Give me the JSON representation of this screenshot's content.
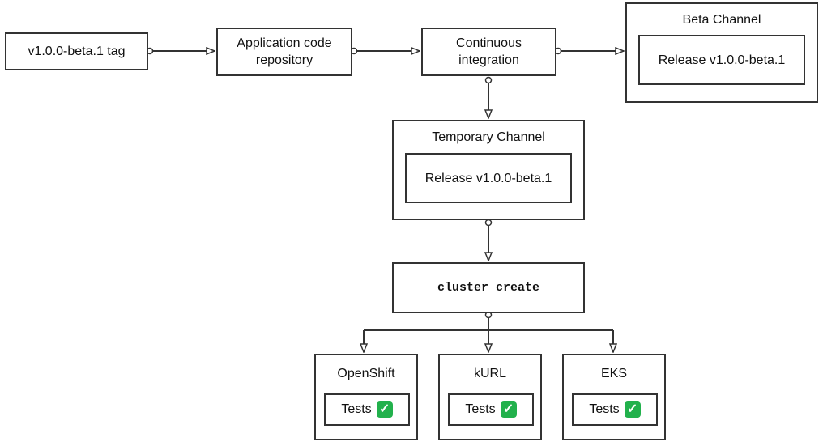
{
  "nodes": {
    "tag": "v1.0.0-beta.1 tag",
    "repo": "Application code\nrepository",
    "ci": "Continuous\nintegration",
    "beta_channel": {
      "title": "Beta Channel",
      "release": "Release v1.0.0-beta.1"
    },
    "temp_channel": {
      "title": "Temporary Channel",
      "release": "Release v1.0.0-beta.1"
    },
    "cluster_create": "cluster create",
    "tests": [
      {
        "name": "OpenShift",
        "label": "Tests",
        "check": "✓"
      },
      {
        "name": "kURL",
        "label": "Tests",
        "check": "✓"
      },
      {
        "name": "EKS",
        "label": "Tests",
        "check": "✓"
      }
    ]
  },
  "colors": {
    "stroke": "#333333",
    "check": "#22b14c"
  }
}
